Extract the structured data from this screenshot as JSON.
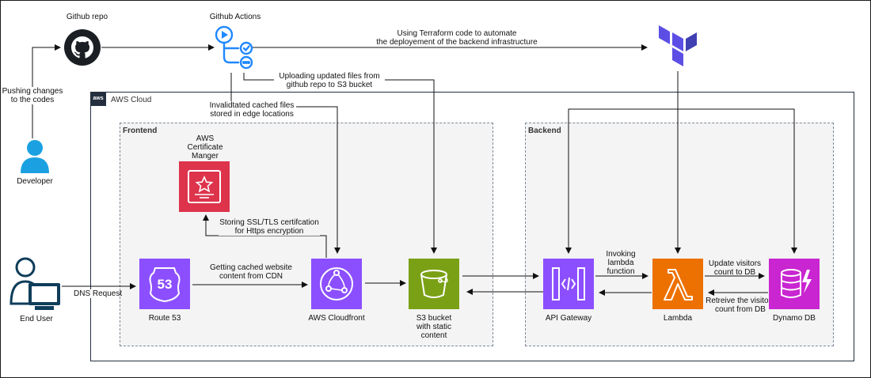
{
  "github_repo": {
    "label": "Github repo"
  },
  "github_actions": {
    "label": "Github Actions"
  },
  "developer": {
    "label": "Developer",
    "action": "Pushing changes\nto the codes"
  },
  "end_user": {
    "label": "End User",
    "action": "DNS Request"
  },
  "terraform": {
    "note": "Using Terraform code to automate\nthe deployement of the backend infrastructure"
  },
  "notes": {
    "upload": "Uploading updated files from\ngithub repo to S3 bucket",
    "invalidate": "Invalidtated cached files\nstored in edge locations",
    "ssl": "Storing SSL/TLS certifcation\nfor Https encryption",
    "cached": "Getting cached website\ncontent from CDN",
    "invoke": "Invoking\nlambda\nfunction",
    "update": "Update visitors\ncount to DB",
    "retrieve": "Retreive the visitors\ncount from DB"
  },
  "aws_cloud": {
    "label": "AWS Cloud",
    "badge": "aws"
  },
  "frontend": {
    "label": "Frontend"
  },
  "backend": {
    "label": "Backend"
  },
  "services": {
    "acm": "AWS\nCertificate\nManger",
    "route53": "Route 53",
    "route53_badge": "53",
    "cloudfront": "AWS Cloudfront",
    "s3": "S3 bucket\nwith static\ncontent",
    "apigw": "API Gateway",
    "lambda": "Lambda",
    "dynamo": "Dynamo DB"
  },
  "colors": {
    "networking": "#8c4fff",
    "storage": "#7aa116",
    "security": "#dd344c",
    "compute": "#ed7100",
    "database": "#c925d1",
    "terraform": "#5c4ee5",
    "github_actions": "#2088ff"
  }
}
